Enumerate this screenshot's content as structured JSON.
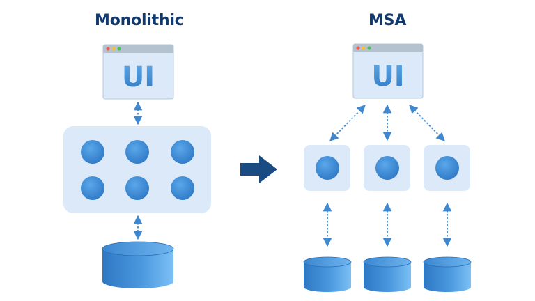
{
  "titles": {
    "left": "Monolithic",
    "right": "MSA"
  },
  "ui_window_label": "UI",
  "colors": {
    "title": "#12396e",
    "panel_fill": "#dbe9f8",
    "titlebar": "#b4c1cf",
    "dot_red": "#ef5b51",
    "dot_yellow": "#f5bf36",
    "dot_green": "#4cc15a",
    "node_dark": "#2f79c6",
    "node_light": "#5aa7ea",
    "connector": "#3f87ce",
    "transition_arrow": "#1a4b82"
  },
  "icons": {
    "transition": "right-arrow-icon",
    "connector": "bidirectional-dashed-arrow-icon",
    "database": "database-cylinder-icon",
    "service": "circle-node-icon"
  },
  "monolithic": {
    "ui_windows": 1,
    "service_nodes": 6,
    "databases": 1
  },
  "msa": {
    "ui_windows": 1,
    "services": 3,
    "databases": 3
  }
}
